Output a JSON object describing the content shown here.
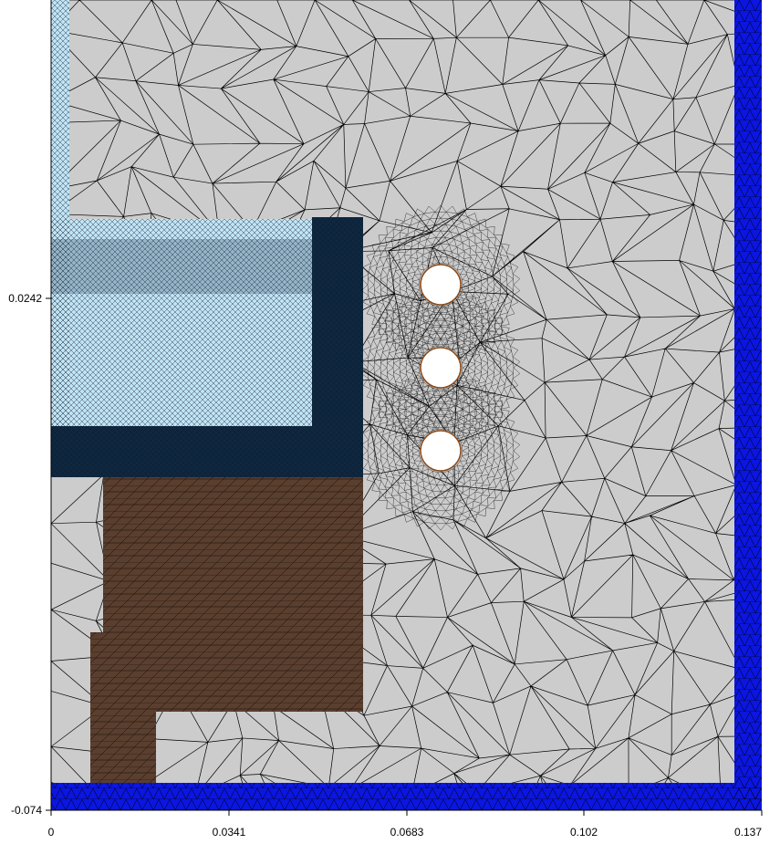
{
  "axes": {
    "x_ticks": [
      "0",
      "0.0341",
      "0.0683",
      "0.102",
      "0.137"
    ],
    "y_ticks": [
      "0.0242",
      "-0.074"
    ]
  },
  "colors": {
    "background_region": "#cccccc",
    "mesh_line": "#000000",
    "light_blue_region": "#bfe3f7",
    "dark_navy_region": "#0f2740",
    "brown_region": "#5a3e2e",
    "blue_boundary": "#0b16e0",
    "hole_fill": "#ffffff",
    "hole_outline": "#8a4a1a"
  },
  "regions": [
    {
      "name": "air-domain"
    },
    {
      "name": "light-blue-region"
    },
    {
      "name": "navy-l-region"
    },
    {
      "name": "brown-region"
    },
    {
      "name": "blue-boundary"
    }
  ],
  "holes": [
    {
      "name": "conductor-1"
    },
    {
      "name": "conductor-2"
    },
    {
      "name": "conductor-3"
    }
  ]
}
